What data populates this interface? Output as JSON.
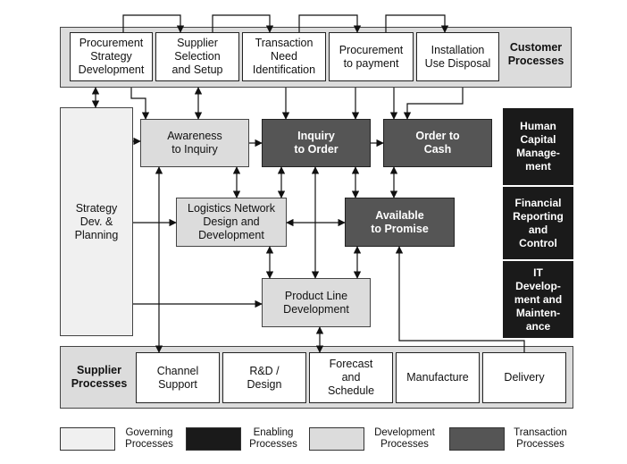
{
  "customer_band": {
    "label": "Customer\nProcesses",
    "items": [
      {
        "id": "procurement-strategy",
        "label": "Procurement\nStrategy\nDevelopment"
      },
      {
        "id": "supplier-selection",
        "label": "Supplier\nSelection\nand Setup"
      },
      {
        "id": "transaction-need",
        "label": "Transaction\nNeed\nIdentification"
      },
      {
        "id": "procurement-payment",
        "label": "Procurement\nto payment"
      },
      {
        "id": "installation-use",
        "label": "Installation\nUse Disposal"
      }
    ]
  },
  "supplier_band": {
    "label": "Supplier\nProcesses",
    "items": [
      {
        "id": "channel-support",
        "label": "Channel\nSupport"
      },
      {
        "id": "rd-design",
        "label": "R&D /\nDesign"
      },
      {
        "id": "forecast-schedule",
        "label": "Forecast\nand\nSchedule"
      },
      {
        "id": "manufacture",
        "label": "Manufacture"
      },
      {
        "id": "delivery",
        "label": "Delivery"
      }
    ]
  },
  "core": {
    "strategy": "Strategy\nDev. &\nPlanning",
    "awareness": "Awareness\nto Inquiry",
    "inquiry": "Inquiry\nto Order",
    "order_cash": "Order to\nCash",
    "logistics": "Logistics Network\nDesign and\nDevelopment",
    "atp": "Available\nto Promise",
    "product_line": "Product Line\nDevelopment"
  },
  "enabling": [
    {
      "id": "human-capital",
      "label": "Human\nCapital\nManage-\nment"
    },
    {
      "id": "financial-reporting",
      "label": "Financial\nReporting\nand\nControl"
    },
    {
      "id": "it-development",
      "label": "IT\nDevelop-\nment and\nMainten-\nance"
    }
  ],
  "legend": [
    {
      "id": "governing",
      "label": "Governing\nProcesses",
      "color": "#f0f0f0"
    },
    {
      "id": "enabling",
      "label": "Enabling\nProcesses",
      "color": "#1a1a1a"
    },
    {
      "id": "development",
      "label": "Development\nProcesses",
      "color": "#dcdcdc"
    },
    {
      "id": "transaction",
      "label": "Transaction\nProcesses",
      "color": "#555555"
    }
  ]
}
